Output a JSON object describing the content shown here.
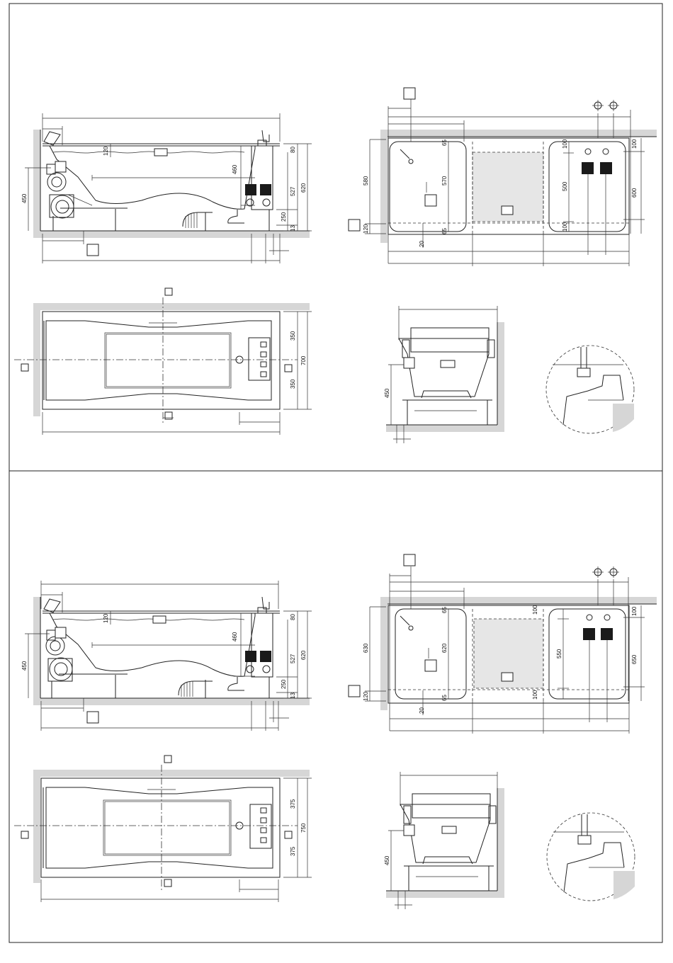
{
  "colors": {
    "wall": "#d6d6d6",
    "line": "#222222",
    "dark_block": "#1a1a1a",
    "panel": "#e6e6e6"
  },
  "sections": [
    {
      "side": {
        "dims": {
          "d120": "120",
          "d460": "460",
          "d80": "80",
          "d527": "527",
          "d620": "620",
          "d450": "450",
          "d250": "250",
          "d13": "13"
        }
      },
      "plan": {
        "dims": {
          "d350a": "350",
          "d350b": "350",
          "d700": "700"
        }
      },
      "wall": {
        "dims": {
          "d580": "580",
          "d120": "120",
          "d65a": "65",
          "d570": "570",
          "d65b": "65",
          "d20": "20",
          "d100a": "100",
          "d500": "500",
          "d100b": "100",
          "d100c": "100",
          "d600": "600"
        }
      },
      "front": {
        "dims": {
          "d450": "450"
        }
      }
    },
    {
      "side": {
        "dims": {
          "d120": "120",
          "d460": "460",
          "d80": "80",
          "d527": "527",
          "d620": "620",
          "d450": "450",
          "d250": "250",
          "d13": "13"
        }
      },
      "plan": {
        "dims": {
          "d375a": "375",
          "d375b": "375",
          "d750": "750"
        }
      },
      "wall": {
        "dims": {
          "d630": "630",
          "d120": "120",
          "d65a": "65",
          "d620": "620",
          "d65b": "65",
          "d20": "20",
          "d100a": "100",
          "d550": "550",
          "d100b": "100",
          "d100c": "100",
          "d650": "650"
        }
      },
      "front": {
        "dims": {
          "d450": "450"
        }
      }
    }
  ]
}
